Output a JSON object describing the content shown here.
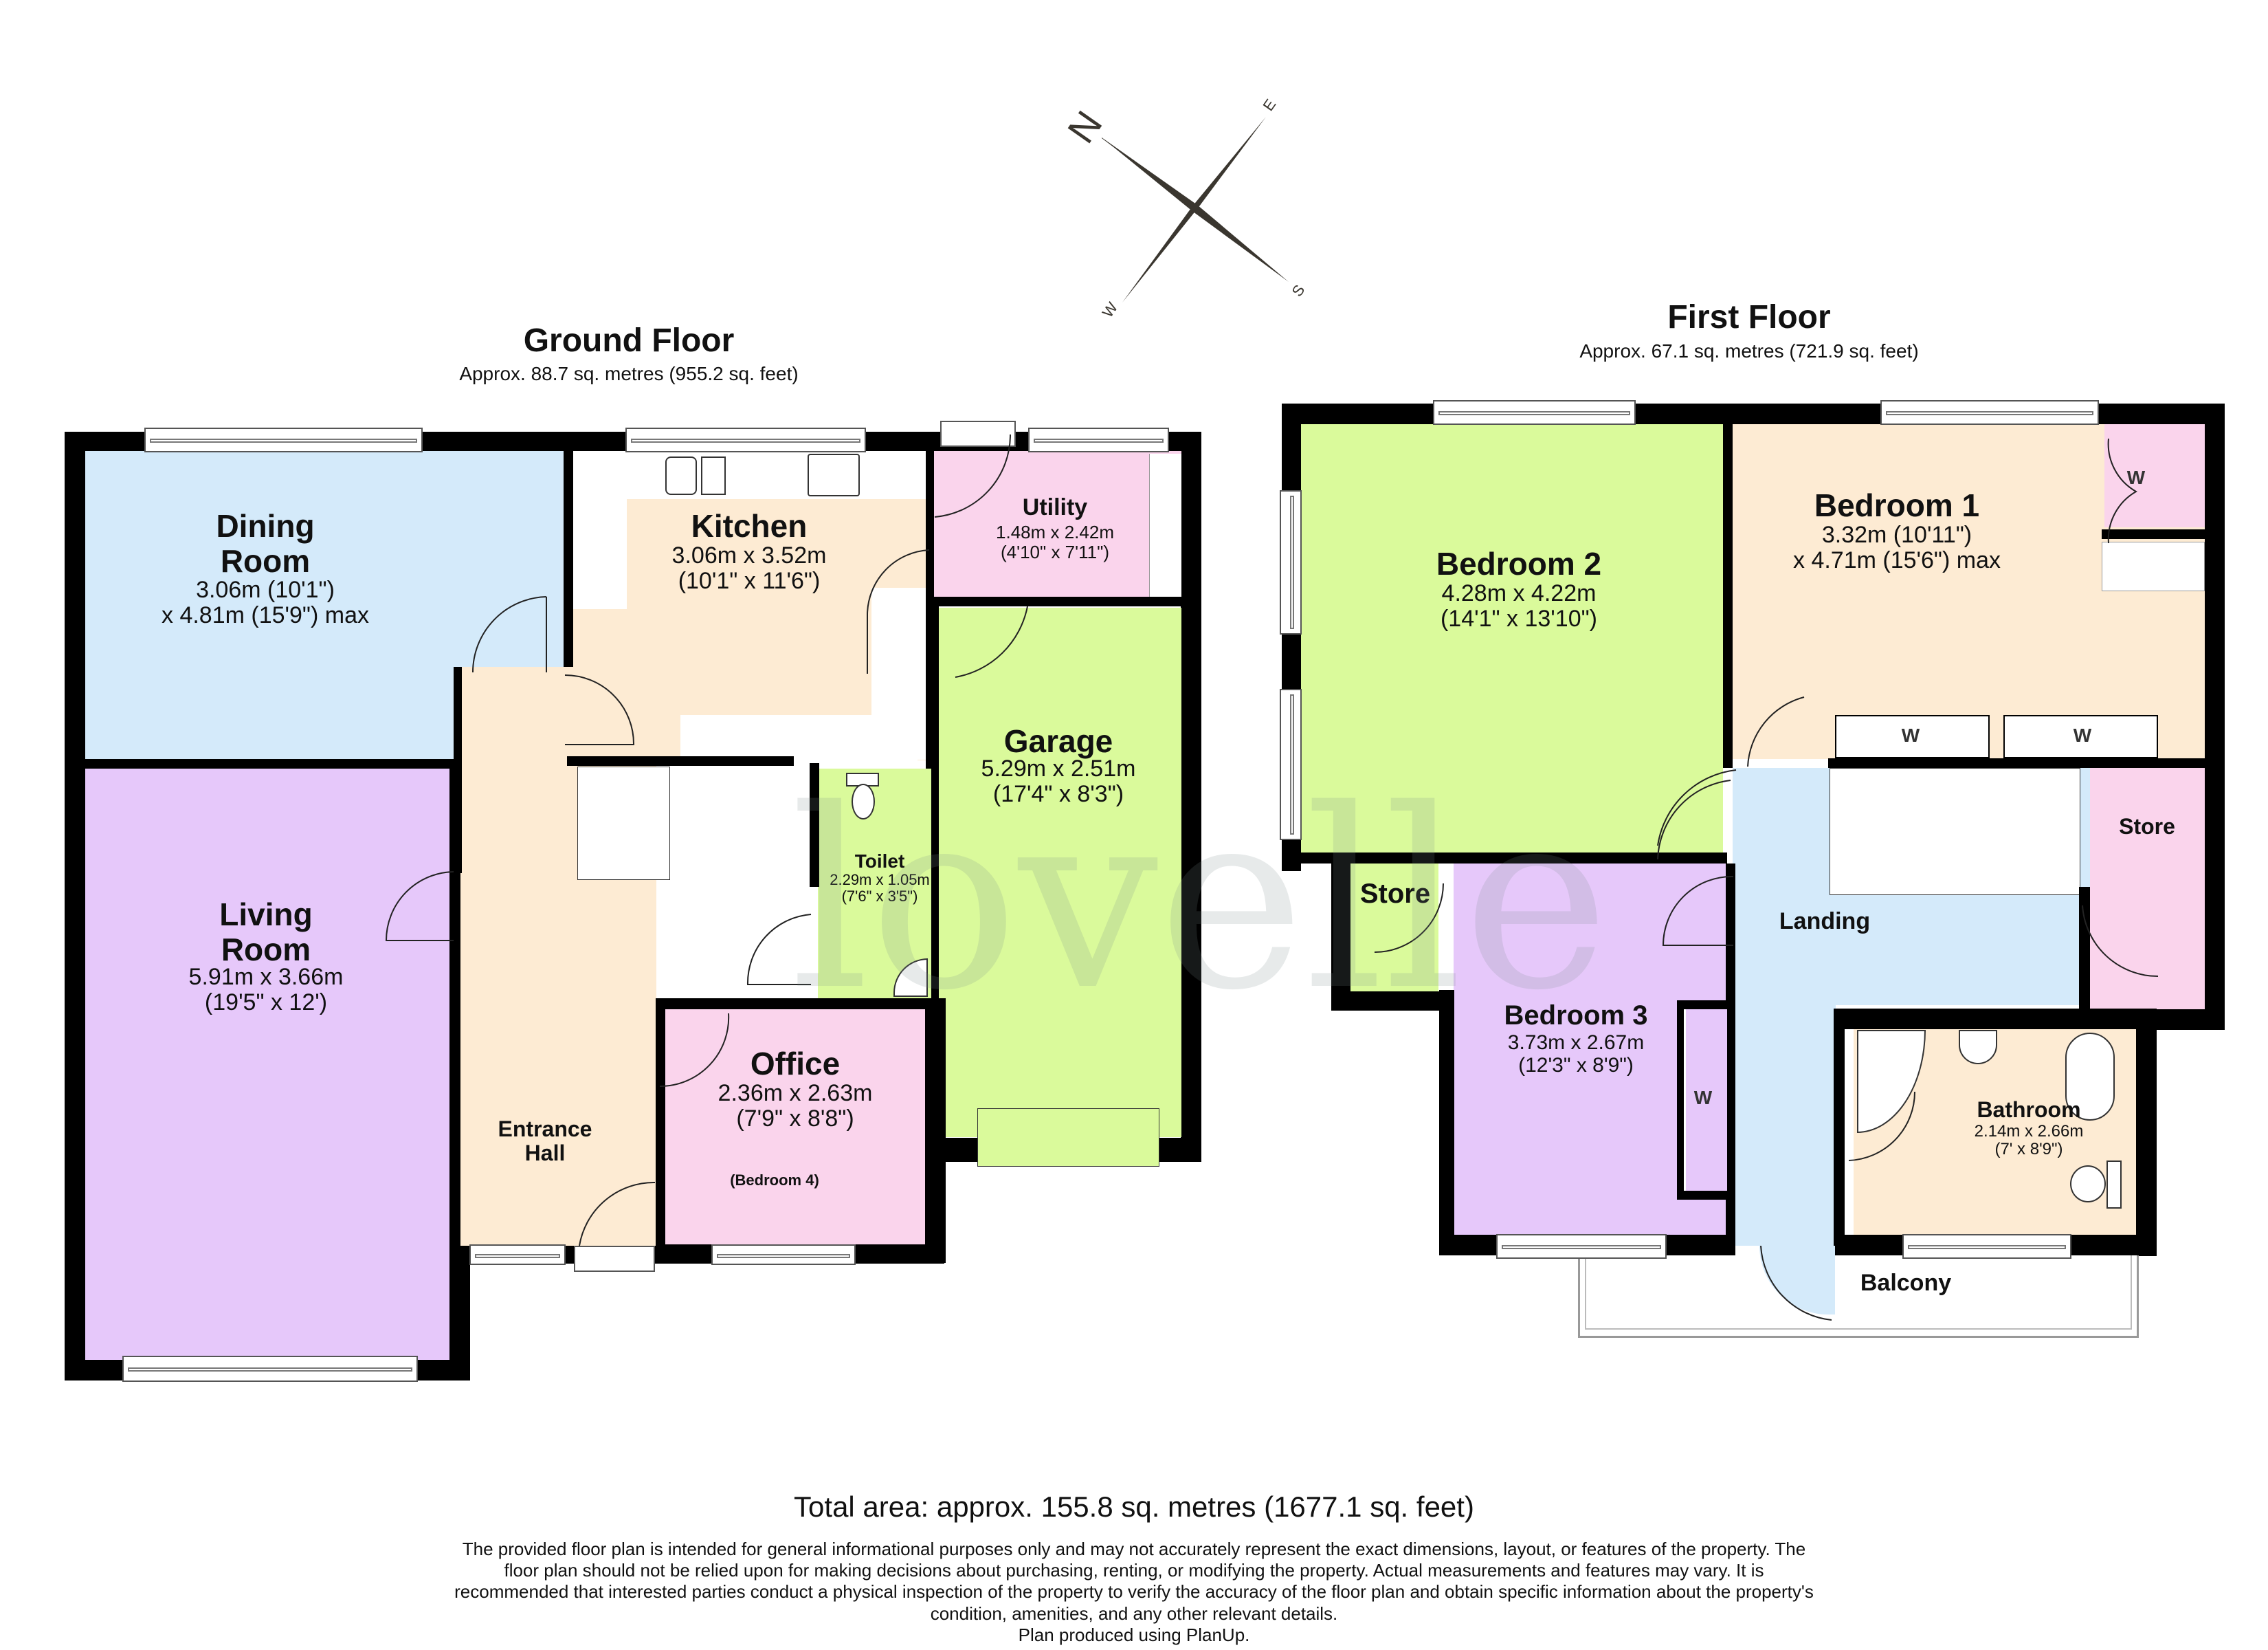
{
  "compass": {
    "labels": {
      "north": "N",
      "east": "E",
      "south": "S",
      "west": "W"
    }
  },
  "watermark": {
    "text": "lovelle"
  },
  "ground_floor": {
    "title": "Ground Floor",
    "area": "Approx. 88.7 sq. metres (955.2 sq. feet)",
    "rooms": {
      "dining": {
        "name_line1": "Dining",
        "name_line2": "Room",
        "dim1": "3.06m (10'1\")",
        "dim2": "x 4.81m (15'9\") max",
        "color": "#d4eafa"
      },
      "kitchen": {
        "name": "Kitchen",
        "dim1": "3.06m x 3.52m",
        "dim2": "(10'1\" x 11'6\")",
        "color": "#fdebd3"
      },
      "utility": {
        "name": "Utility",
        "dim1": "1.48m x 2.42m",
        "dim2": "(4'10\" x 7'11\")",
        "color": "#fad4ec"
      },
      "garage": {
        "name": "Garage",
        "dim1": "5.29m x 2.51m",
        "dim2": "(17'4\" x 8'3\")",
        "color": "#dafa9b"
      },
      "toilet": {
        "name": "Toilet",
        "dim1": "2.29m x 1.05m",
        "dim2": "(7'6\" x 3'5\")",
        "color": "#dafa9b"
      },
      "living": {
        "name_line1": "Living",
        "name_line2": "Room",
        "dim1": "5.91m x 3.66m",
        "dim2": "(19'5\" x 12')",
        "color": "#e6c8fa"
      },
      "hall": {
        "name_line1": "Entrance",
        "name_line2": "Hall",
        "color": "#fdebd3"
      },
      "office": {
        "name": "Office",
        "dim1": "2.36m x 2.63m",
        "dim2": "(7'9\" x 8'8\")",
        "note": "(Bedroom 4)",
        "color": "#fad4ec"
      }
    }
  },
  "first_floor": {
    "title": "First Floor",
    "area": "Approx. 67.1 sq. metres (721.9 sq. feet)",
    "rooms": {
      "bedroom2": {
        "name": "Bedroom 2",
        "dim1": "4.28m x 4.22m",
        "dim2": "(14'1\" x 13'10\")",
        "color": "#dafa9b"
      },
      "bedroom1": {
        "name": "Bedroom 1",
        "dim1": "3.32m (10'11\")",
        "dim2": "x 4.71m (15'6\") max",
        "color": "#fdebd3"
      },
      "store_left": {
        "name": "Store",
        "color": "#dafa9b"
      },
      "store_right": {
        "name": "Store",
        "color": "#fad4ec"
      },
      "landing": {
        "name": "Landing",
        "color": "#d4eafa"
      },
      "bedroom3": {
        "name": "Bedroom 3",
        "dim1": "3.73m x 2.67m",
        "dim2": "(12'3\" x 8'9\")",
        "color": "#e6c8fa"
      },
      "bathroom": {
        "name": "Bathroom",
        "dim1": "2.14m x 2.66m",
        "dim2": "(7' x 8'9\")",
        "color": "#fdebd3"
      },
      "balcony": {
        "name": "Balcony"
      }
    },
    "wardrobe_label": "W"
  },
  "footer": {
    "total_area": "Total area: approx. 155.8 sq. metres (1677.1 sq. feet)",
    "disclaimer_lines": [
      "The provided floor plan is intended for general informational purposes only and may not accurately represent the exact dimensions, layout, or features of the property. The",
      "floor plan should not be relied upon for making decisions about purchasing, renting, or modifying the property. Actual measurements and features may vary. It is",
      "recommended that interested parties conduct a physical inspection of the property to verify the accuracy of the floor plan and obtain specific information about the property's",
      "condition, amenities, and any other relevant details.",
      "Plan produced using PlanUp."
    ]
  }
}
